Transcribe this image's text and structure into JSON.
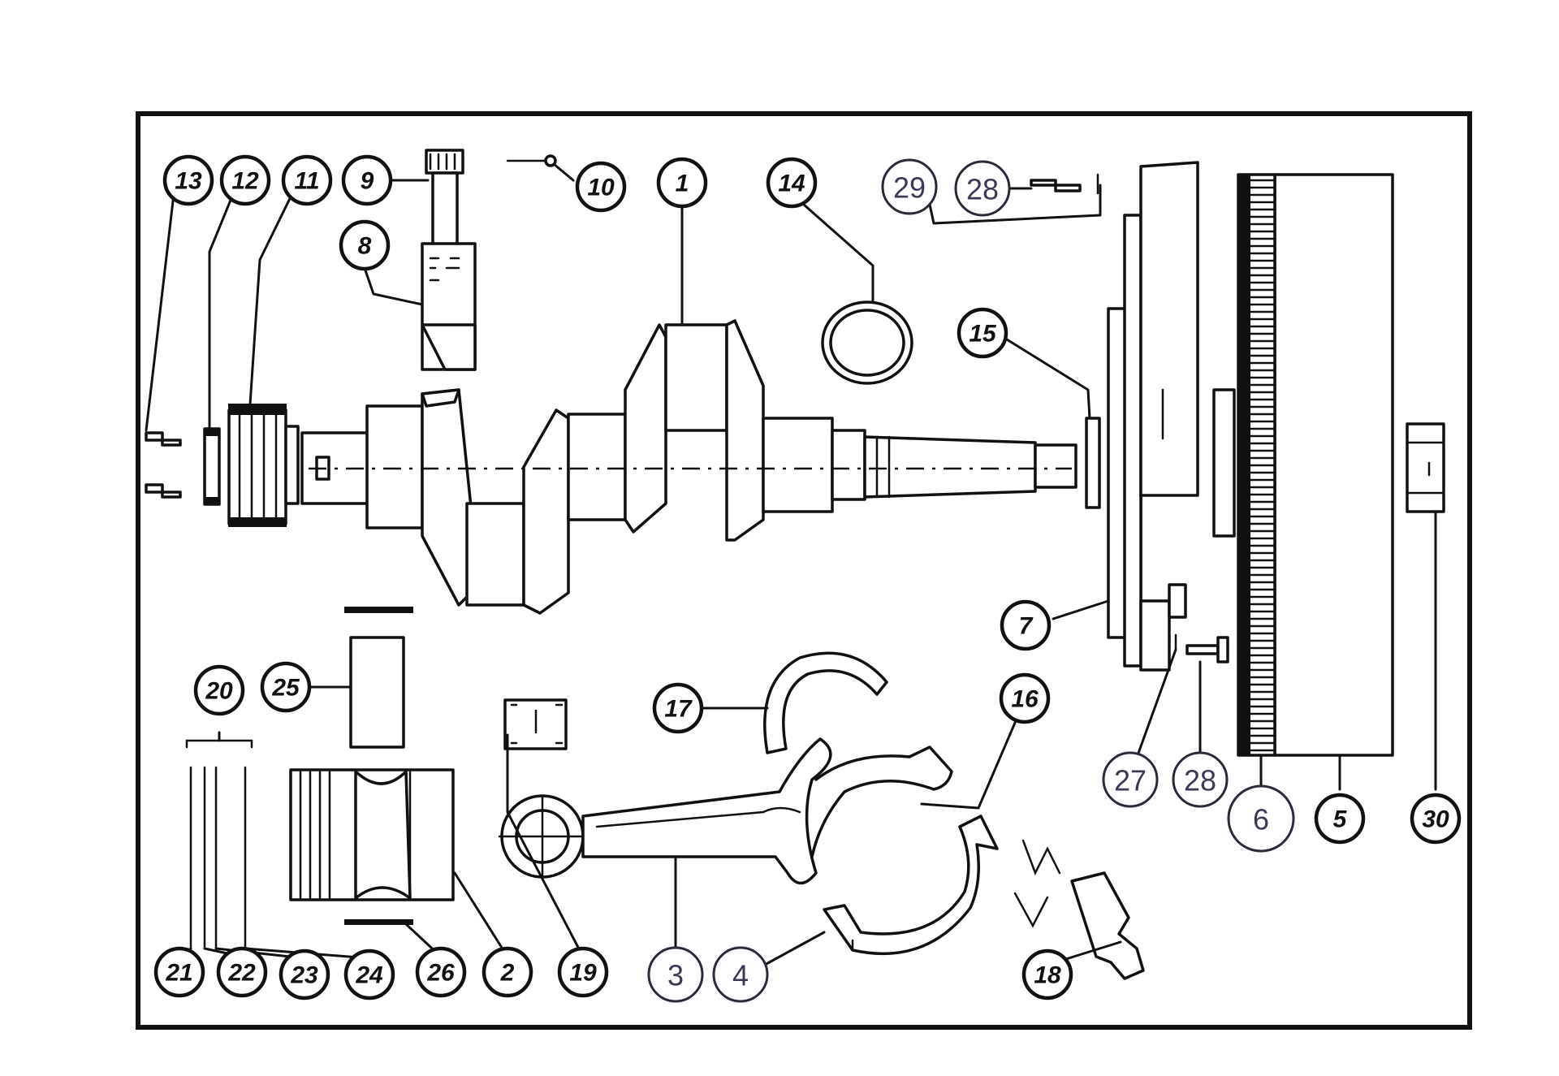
{
  "colors": {
    "ink": "#111111",
    "paper": "#ffffff",
    "handwritten_ink": "#3a3a55"
  },
  "callouts": [
    {
      "id": "c13",
      "label": "13",
      "style": "print"
    },
    {
      "id": "c12",
      "label": "12",
      "style": "print"
    },
    {
      "id": "c11",
      "label": "11",
      "style": "print"
    },
    {
      "id": "c9",
      "label": "9",
      "style": "print"
    },
    {
      "id": "c10",
      "label": "10",
      "style": "print"
    },
    {
      "id": "c1",
      "label": "1",
      "style": "print"
    },
    {
      "id": "c14",
      "label": "14",
      "style": "print"
    },
    {
      "id": "c29",
      "label": "29",
      "style": "hand"
    },
    {
      "id": "c28a",
      "label": "28",
      "style": "hand"
    },
    {
      "id": "c8",
      "label": "8",
      "style": "print"
    },
    {
      "id": "c15",
      "label": "15",
      "style": "print"
    },
    {
      "id": "c7",
      "label": "7",
      "style": "print"
    },
    {
      "id": "c20",
      "label": "20",
      "style": "print"
    },
    {
      "id": "c25",
      "label": "25",
      "style": "print"
    },
    {
      "id": "c17",
      "label": "17",
      "style": "print"
    },
    {
      "id": "c16",
      "label": "16",
      "style": "print"
    },
    {
      "id": "c27",
      "label": "27",
      "style": "hand"
    },
    {
      "id": "c28b",
      "label": "28",
      "style": "hand"
    },
    {
      "id": "c6",
      "label": "6",
      "style": "hand"
    },
    {
      "id": "c5",
      "label": "5",
      "style": "print"
    },
    {
      "id": "c30",
      "label": "30",
      "style": "print"
    },
    {
      "id": "c21",
      "label": "21",
      "style": "print"
    },
    {
      "id": "c22",
      "label": "22",
      "style": "print"
    },
    {
      "id": "c23",
      "label": "23",
      "style": "print"
    },
    {
      "id": "c24",
      "label": "24",
      "style": "print"
    },
    {
      "id": "c26",
      "label": "26",
      "style": "print"
    },
    {
      "id": "c2",
      "label": "2",
      "style": "print"
    },
    {
      "id": "c19",
      "label": "19",
      "style": "print"
    },
    {
      "id": "c3",
      "label": "3",
      "style": "hand"
    },
    {
      "id": "c4",
      "label": "4",
      "style": "hand"
    },
    {
      "id": "c18",
      "label": "18",
      "style": "print"
    }
  ],
  "parts": [
    {
      "id": "crankshaft",
      "icon": "crankshaft-icon"
    },
    {
      "id": "piston",
      "icon": "piston-icon"
    },
    {
      "id": "connecting-rod",
      "icon": "connecting-rod-icon"
    },
    {
      "id": "rod-bearing-cap",
      "icon": "bearing-cap-icon"
    },
    {
      "id": "flywheel",
      "icon": "flywheel-icon"
    },
    {
      "id": "ring-gear",
      "icon": "ring-gear-icon"
    },
    {
      "id": "back-plate",
      "icon": "plate-icon"
    },
    {
      "id": "bearing-shell",
      "icon": "bearing-shell-icon"
    },
    {
      "id": "key",
      "icon": "key-icon"
    },
    {
      "id": "pin",
      "icon": "pin-icon"
    },
    {
      "id": "timing-gear",
      "icon": "gear-icon"
    },
    {
      "id": "washer",
      "icon": "washer-icon"
    },
    {
      "id": "bolt",
      "icon": "bolt-icon"
    },
    {
      "id": "seal-ring",
      "icon": "ring-icon"
    },
    {
      "id": "spacer",
      "icon": "spacer-icon"
    },
    {
      "id": "thrust-washer",
      "icon": "thrust-washer-icon"
    },
    {
      "id": "rod-bolt",
      "icon": "rod-bolt-icon"
    },
    {
      "id": "small-end-bush",
      "icon": "bush-icon"
    },
    {
      "id": "piston-rings",
      "icon": "piston-rings-icon"
    },
    {
      "id": "gudgeon-pin",
      "icon": "gudgeon-pin-icon"
    },
    {
      "id": "circlip",
      "icon": "circlip-icon"
    },
    {
      "id": "lock-washer",
      "icon": "lock-washer-icon"
    },
    {
      "id": "flywheel-bolt",
      "icon": "flywheel-bolt-icon"
    },
    {
      "id": "nut",
      "icon": "nut-icon"
    }
  ]
}
